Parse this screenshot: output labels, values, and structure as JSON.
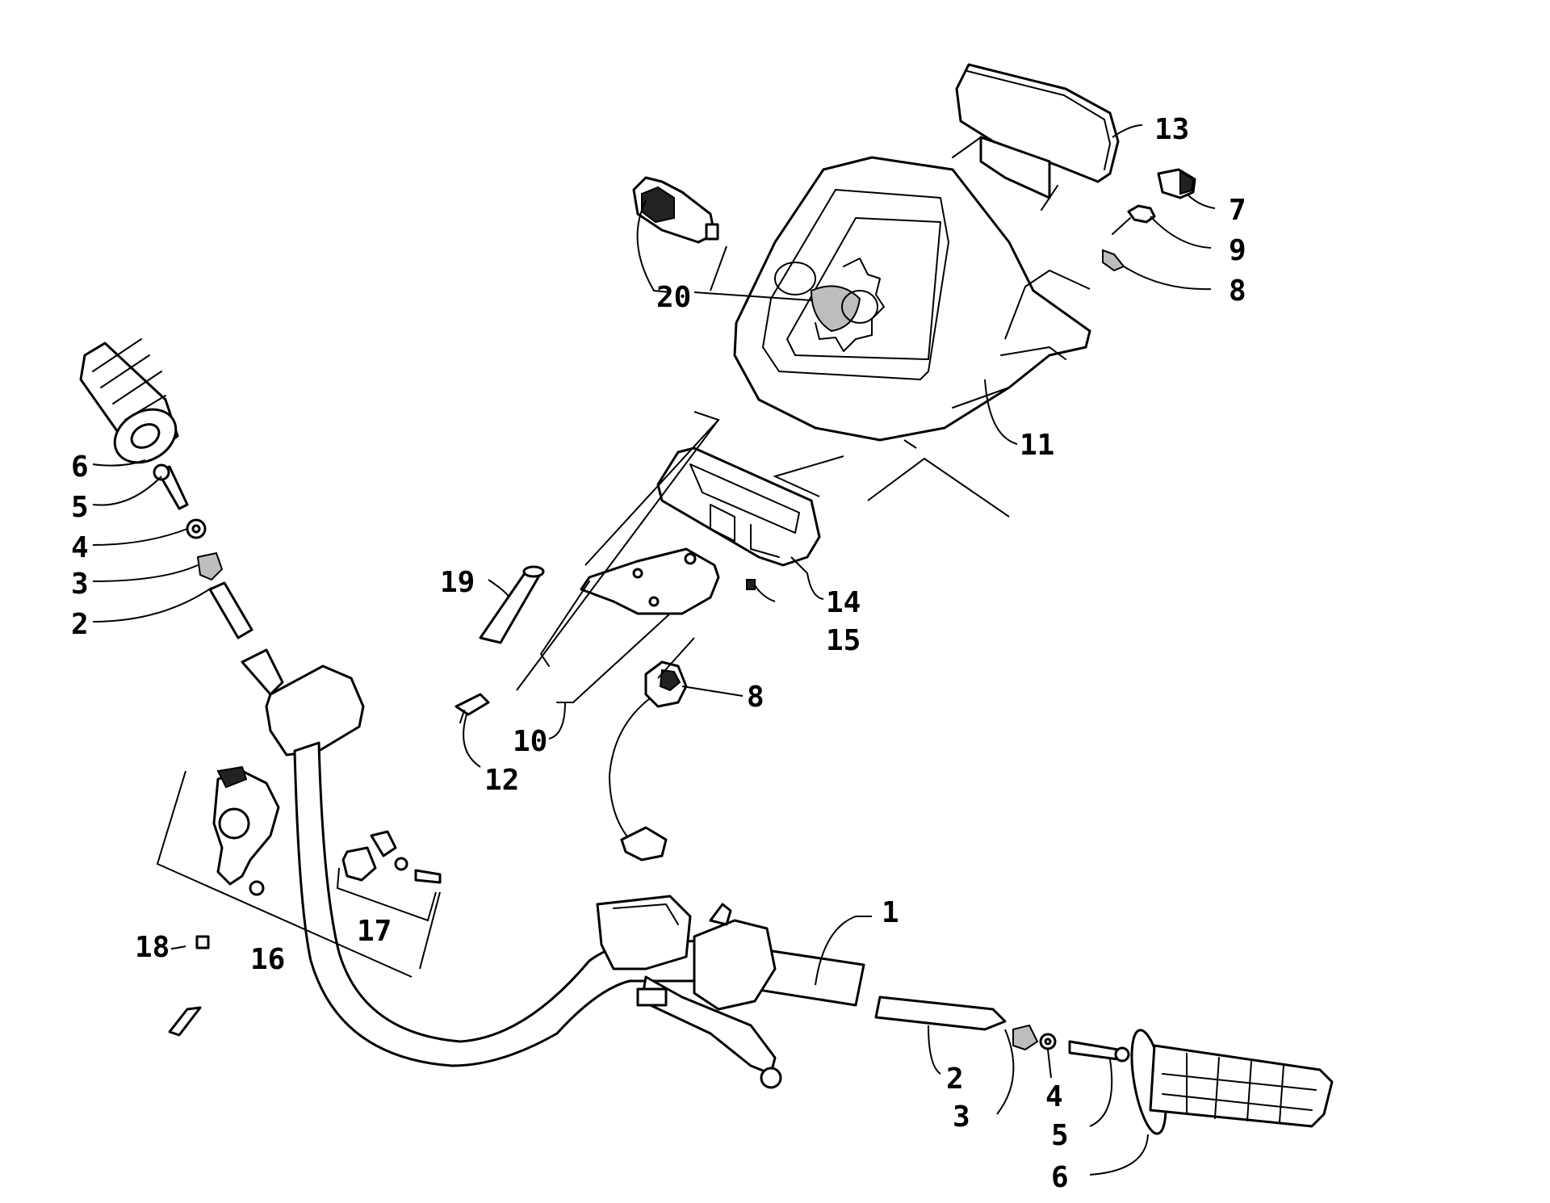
{
  "diagram": {
    "callouts": [
      {
        "id": "c-13",
        "label": "13"
      },
      {
        "id": "c-7",
        "label": "7"
      },
      {
        "id": "c-9",
        "label": "9"
      },
      {
        "id": "c-8a",
        "label": "8"
      },
      {
        "id": "c-20",
        "label": "20"
      },
      {
        "id": "c-11",
        "label": "11"
      },
      {
        "id": "c-6a",
        "label": "6"
      },
      {
        "id": "c-5a",
        "label": "5"
      },
      {
        "id": "c-4a",
        "label": "4"
      },
      {
        "id": "c-3a",
        "label": "3"
      },
      {
        "id": "c-2a",
        "label": "2"
      },
      {
        "id": "c-19",
        "label": "19"
      },
      {
        "id": "c-14",
        "label": "14"
      },
      {
        "id": "c-15",
        "label": "15"
      },
      {
        "id": "c-8b",
        "label": "8"
      },
      {
        "id": "c-10",
        "label": "10"
      },
      {
        "id": "c-12",
        "label": "12"
      },
      {
        "id": "c-1",
        "label": "1"
      },
      {
        "id": "c-17",
        "label": "17"
      },
      {
        "id": "c-18",
        "label": "18"
      },
      {
        "id": "c-16",
        "label": "16"
      },
      {
        "id": "c-2b",
        "label": "2"
      },
      {
        "id": "c-3b",
        "label": "3"
      },
      {
        "id": "c-4b",
        "label": "4"
      },
      {
        "id": "c-5b",
        "label": "5"
      },
      {
        "id": "c-6b",
        "label": "6"
      }
    ]
  }
}
